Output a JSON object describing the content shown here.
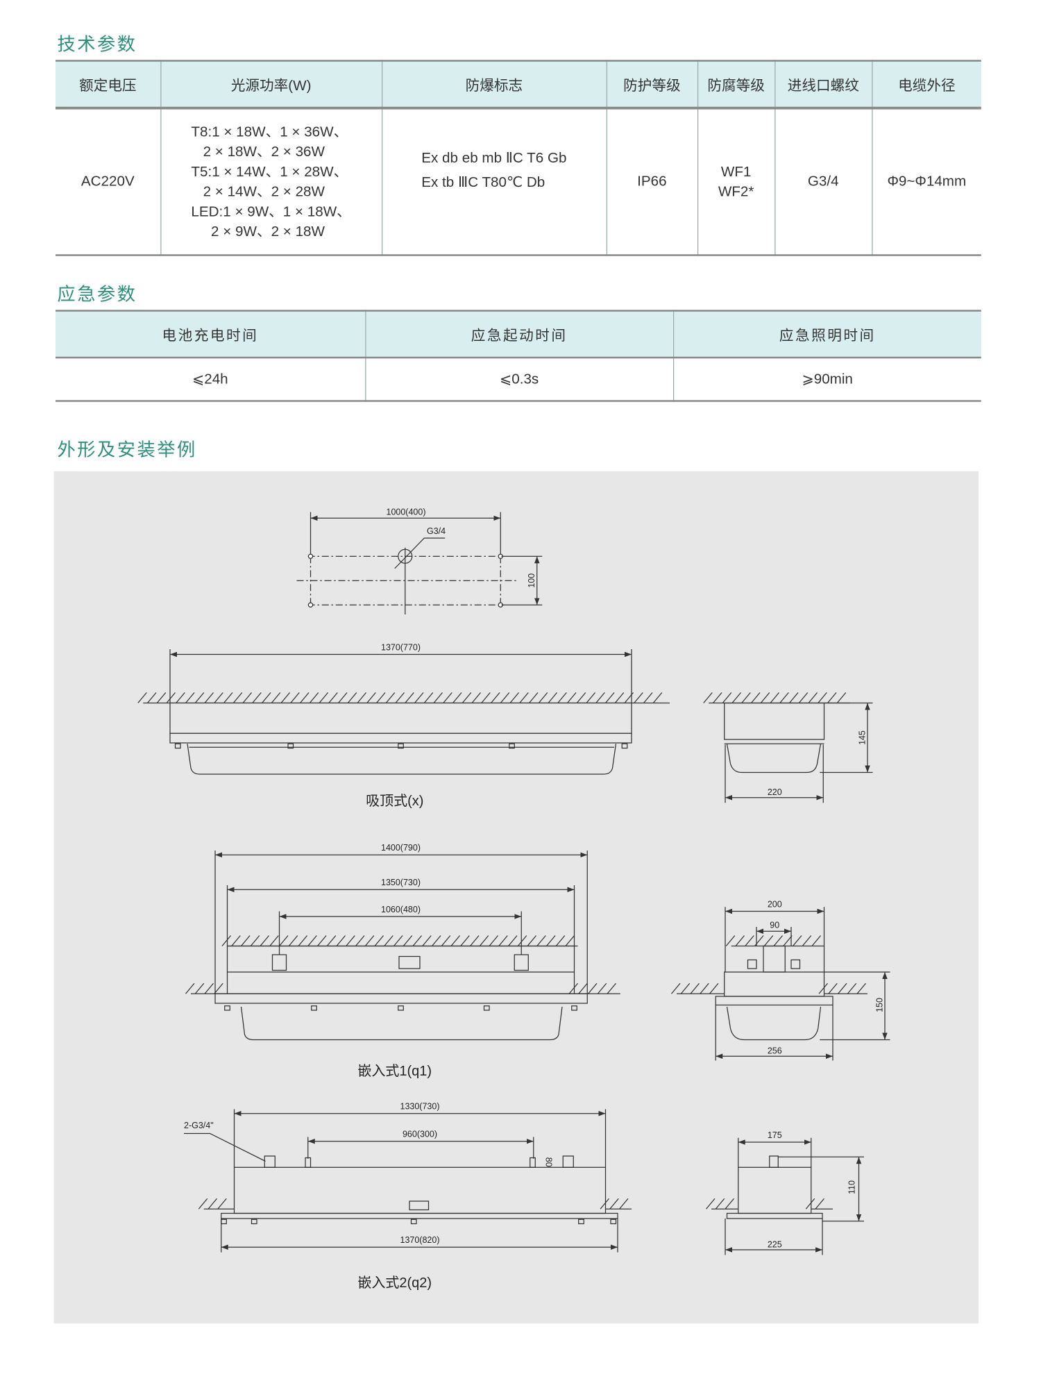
{
  "sections": {
    "tech": "技术参数",
    "emergency": "应急参数",
    "install": "外形及安装举例"
  },
  "tech_table": {
    "headers": [
      "额定电压",
      "光源功率(W)",
      "防爆标志",
      "防护等级",
      "防腐等级",
      "进线口螺纹",
      "电缆外径"
    ],
    "row": {
      "voltage": "AC220V",
      "power_lines": [
        "T8:1 × 18W、1 × 36W、",
        "   2 × 18W、2 × 36W",
        "T5:1 × 14W、1 × 28W、",
        "   2 × 14W、2 × 28W",
        "LED:1 × 9W、1 × 18W、",
        "     2 × 9W、2 × 18W"
      ],
      "ex_marks": [
        "Ex db eb mb ⅡC T6 Gb",
        "Ex tb ⅢC T80℃ Db"
      ],
      "ip": "IP66",
      "wf": [
        "WF1",
        "WF2*"
      ],
      "thread": "G3/4",
      "cable": "Φ9~Φ14mm"
    }
  },
  "emergency_table": {
    "headers": [
      "电池充电时间",
      "应急起动时间",
      "应急照明时间"
    ],
    "values": [
      "⩽24h",
      "⩽0.3s",
      "⩾90min"
    ]
  },
  "drawing": {
    "plan": {
      "width": "1000(400)",
      "thread": "G3/4",
      "depth": "100"
    },
    "x": {
      "length": "1370(770)",
      "height": "145",
      "width": "220",
      "caption": "吸顶式(x)"
    },
    "q1": {
      "d1": "1400(790)",
      "d2": "1350(730)",
      "d3": "1060(480)",
      "w1": "200",
      "w2": "90",
      "height": "150",
      "width": "256",
      "caption": "嵌入式1(q1)"
    },
    "q2": {
      "d1": "1330(730)",
      "d2": "960(300)",
      "gland": "2-G3/4\"",
      "h80": "80",
      "d3": "1370(820)",
      "w1": "175",
      "height": "110",
      "width": "225",
      "caption": "嵌入式2(q2)"
    }
  }
}
